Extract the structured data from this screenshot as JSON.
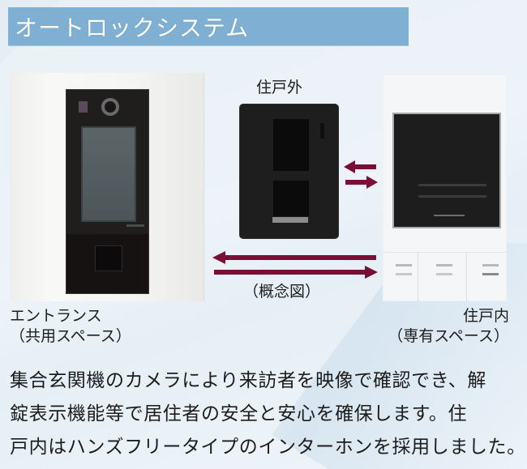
{
  "header": {
    "title": "オートロックシステム",
    "title_bar_color": "#7fafd2",
    "title_text_color": "#ffffff"
  },
  "diagram": {
    "outside_label": "住戸外",
    "entrance_label": "エントランス",
    "entrance_sublabel": "（共用スペース）",
    "inunit_label": "住戸内",
    "inunit_sublabel": "（専有スペース）",
    "caption": "（概念図）",
    "arrow_color": "#7a0f35",
    "devices": [
      {
        "name": "entrance-intercom",
        "location": "エントランス"
      },
      {
        "name": "door-station",
        "location": "住戸外"
      },
      {
        "name": "room-monitor",
        "location": "住戸内"
      }
    ]
  },
  "description": {
    "lines": [
      "集合玄関機のカメラにより来訪者を映像で確認でき、解",
      "錠表示機能等で居住者の安全と安心を確保します。住",
      "戸内はハンズフリータイプのインターホンを採用しました。"
    ]
  },
  "colors": {
    "background": "#eaf1f6",
    "text": "#1c1c1c"
  }
}
